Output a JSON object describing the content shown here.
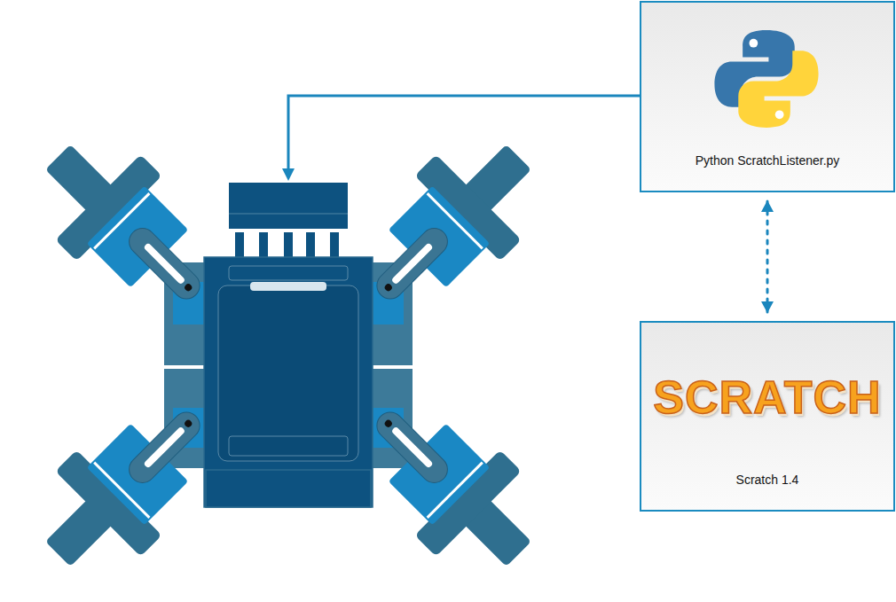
{
  "diagram": {
    "nodes": [
      {
        "text": [
          "Python ScratchListener.py"
        ]
      },
      {
        "text": [
          "SCRATCH",
          "Scratch 1.4"
        ]
      }
    ],
    "edges": [
      {
        "from": 0,
        "to": 1,
        "arrow": "both"
      }
    ]
  }
}
